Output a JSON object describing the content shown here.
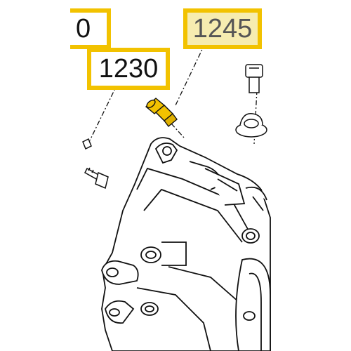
{
  "callouts": {
    "partial": "0",
    "part_1230": "1230",
    "part_1245": "1245"
  },
  "colors": {
    "callout_border": "#f2c200",
    "highlighted_part": "#f2c200",
    "line_art": "#111111"
  }
}
